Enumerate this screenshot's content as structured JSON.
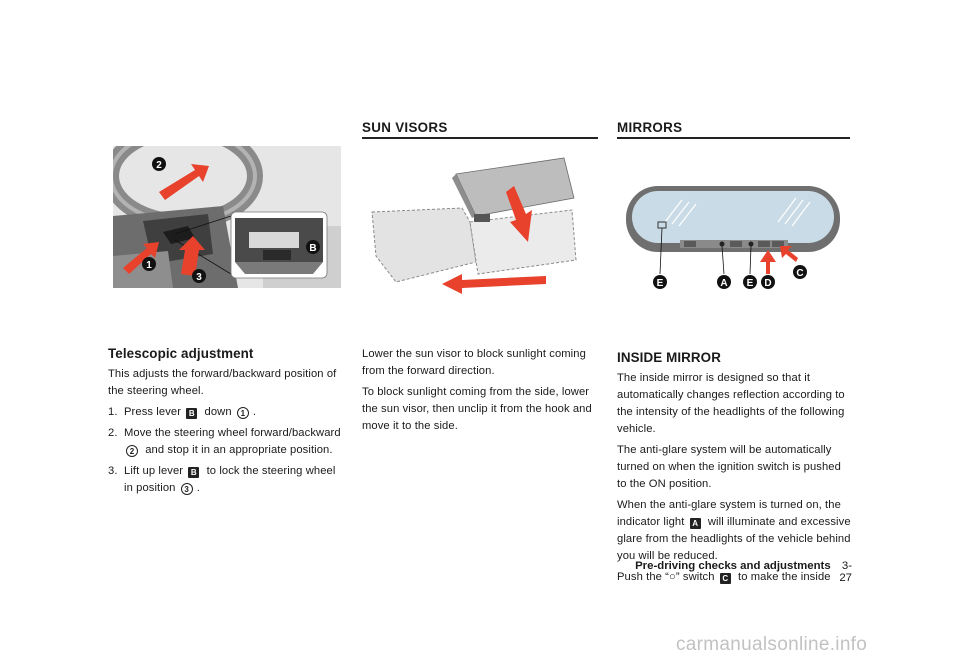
{
  "headers": {
    "sun_visors": "SUN VISORS",
    "mirrors": "MIRRORS"
  },
  "figure_steering": {
    "callouts": [
      "2",
      "1",
      "3",
      "B"
    ]
  },
  "figure_mirror": {
    "callouts": [
      "E",
      "A",
      "E",
      "D",
      "C"
    ]
  },
  "telescopic": {
    "title": "Telescopic adjustment",
    "intro": "This adjusts the forward/backward position of the steering wheel.",
    "steps": [
      {
        "num": "1.",
        "a": "Press lever",
        "b1": "B",
        "b": "down",
        "b2": "1",
        "c": "."
      },
      {
        "num": "2.",
        "b2": "2",
        "a": "Move the steering wheel forward/backward",
        "c": "and stop it in an appropriate position."
      },
      {
        "num": "3.",
        "a": "Lift up lever",
        "b1": "B",
        "b": "to lock the steering wheel in position",
        "b2": "3",
        "c": "."
      }
    ]
  },
  "sun_visors_text": {
    "p1": "Lower the sun visor to block sunlight coming from the forward direction.",
    "p2": "To block sunlight coming from the side, lower the sun visor, then unclip it from the hook and move it to the side."
  },
  "inside_mirror": {
    "title": "INSIDE MIRROR",
    "p1": "The inside mirror is designed so that it automatically changes reflection according to the intensity of the headlights of the following vehicle.",
    "p2": "The anti-glare system will be automatically turned on when the ignition switch is pushed to the ON position.",
    "p3a": "When the anti-glare system is turned on, the indicator light",
    "p3_badge": "A",
    "p3b": "will illuminate and excessive glare from the headlights of the vehicle behind you will be reduced.",
    "p4a": "Push the “",
    "p4_symbol": "○",
    "p4b": "” switch",
    "p4_badge": "C",
    "p4c": "to make the inside"
  },
  "footer": {
    "label": "Pre-driving checks and adjustments",
    "page": "3-27"
  },
  "watermark": "carmanualsonline.info",
  "colors": {
    "arrow_red": "#e8412c",
    "rule": "#222222"
  }
}
